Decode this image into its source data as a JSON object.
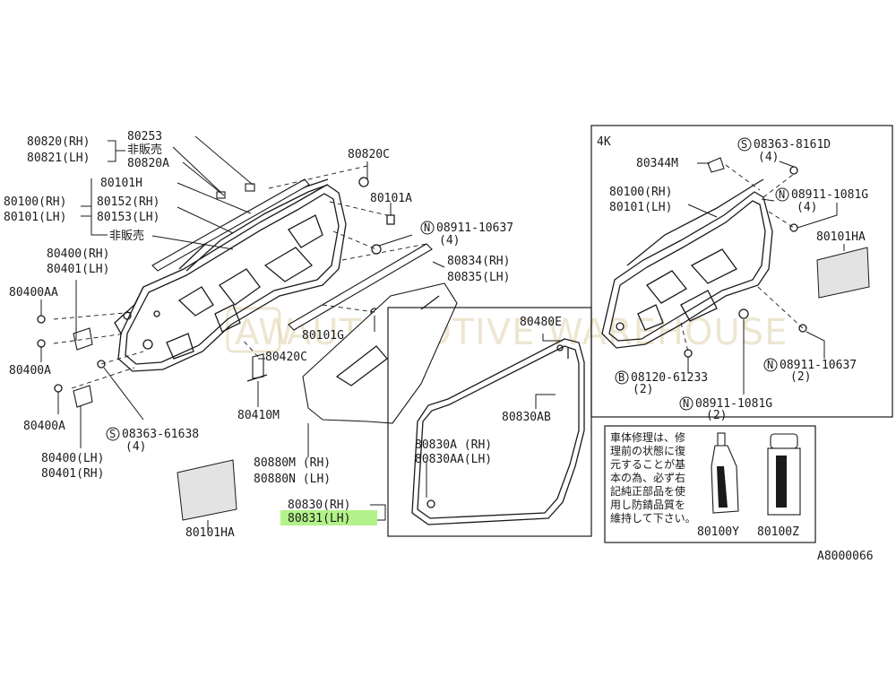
{
  "diagram_id": "A8000066",
  "watermark": "AUTOMOTIVE WAREHOUSE",
  "watermark_logo": "AW",
  "highlight_color": "#b3f28a",
  "left_labels": {
    "l80820": "80820(RH)",
    "l80821": "80821(LH)",
    "l80253": "80253",
    "l_hanbai1": "非販売",
    "l80820A": "80820A",
    "l80101H": "80101H",
    "l80100": "80100(RH)",
    "l80101": "80101(LH)",
    "l80152": "80152(RH)",
    "l80153": "80153(LH)",
    "l_hanbai2": "非販売",
    "l80400rh": "80400(RH)",
    "l80401lh": "80401(LH)",
    "l80400AA": "80400AA",
    "l80400A_1": "80400A",
    "l80400A_2": "80400A",
    "l80400lh": "80400(LH)",
    "l80401rh": "80401(RH)",
    "l80101HA": "80101HA",
    "l80820C": "80820C",
    "l80101A": "80101A",
    "l08911": "08911-10637",
    "l08911_qty": "(4)",
    "l80834": "80834(RH)",
    "l80835": "80835(LH)",
    "l80101G": "80101G",
    "l80420C": "80420C",
    "l80410M": "80410M",
    "l08363": "08363-61638",
    "l08363_qty": "(4)",
    "l80880M": "80880M (RH)",
    "l80880N": "80880N (LH)",
    "l80830rh": "80830(RH)",
    "l80831lh": "80831(LH)",
    "l80480E": "80480E",
    "l80830AB": "80830AB",
    "l80830A": "80830A (RH)",
    "l80830AA": "80830AA(LH)"
  },
  "inset_4k": {
    "title": "4K",
    "l80344M": "80344M",
    "l08363b": "08363-8161D",
    "l08363b_qty": "(4)",
    "l80100": "80100(RH)",
    "l80101": "80101(LH)",
    "l08911a": "08911-1081G",
    "l08911a_qty": "(4)",
    "l80101HA": "80101HA",
    "l08120": "08120-61233",
    "l08120_qty": "(2)",
    "l08911b": "08911-10637",
    "l08911b_qty": "(2)",
    "l08911c": "08911-1081G",
    "l08911c_qty": "(2)"
  },
  "symbols": {
    "S": "S",
    "N": "N",
    "B": "B"
  },
  "notice": {
    "lines": [
      "車体修理は、修",
      "理前の状態に復",
      "元することが基",
      "本の為、必ず右",
      "記純正部品を使",
      "用し防錆品質を",
      "維持して下さい。"
    ],
    "l80100Y": "80100Y",
    "l80100Z": "80100Z"
  }
}
